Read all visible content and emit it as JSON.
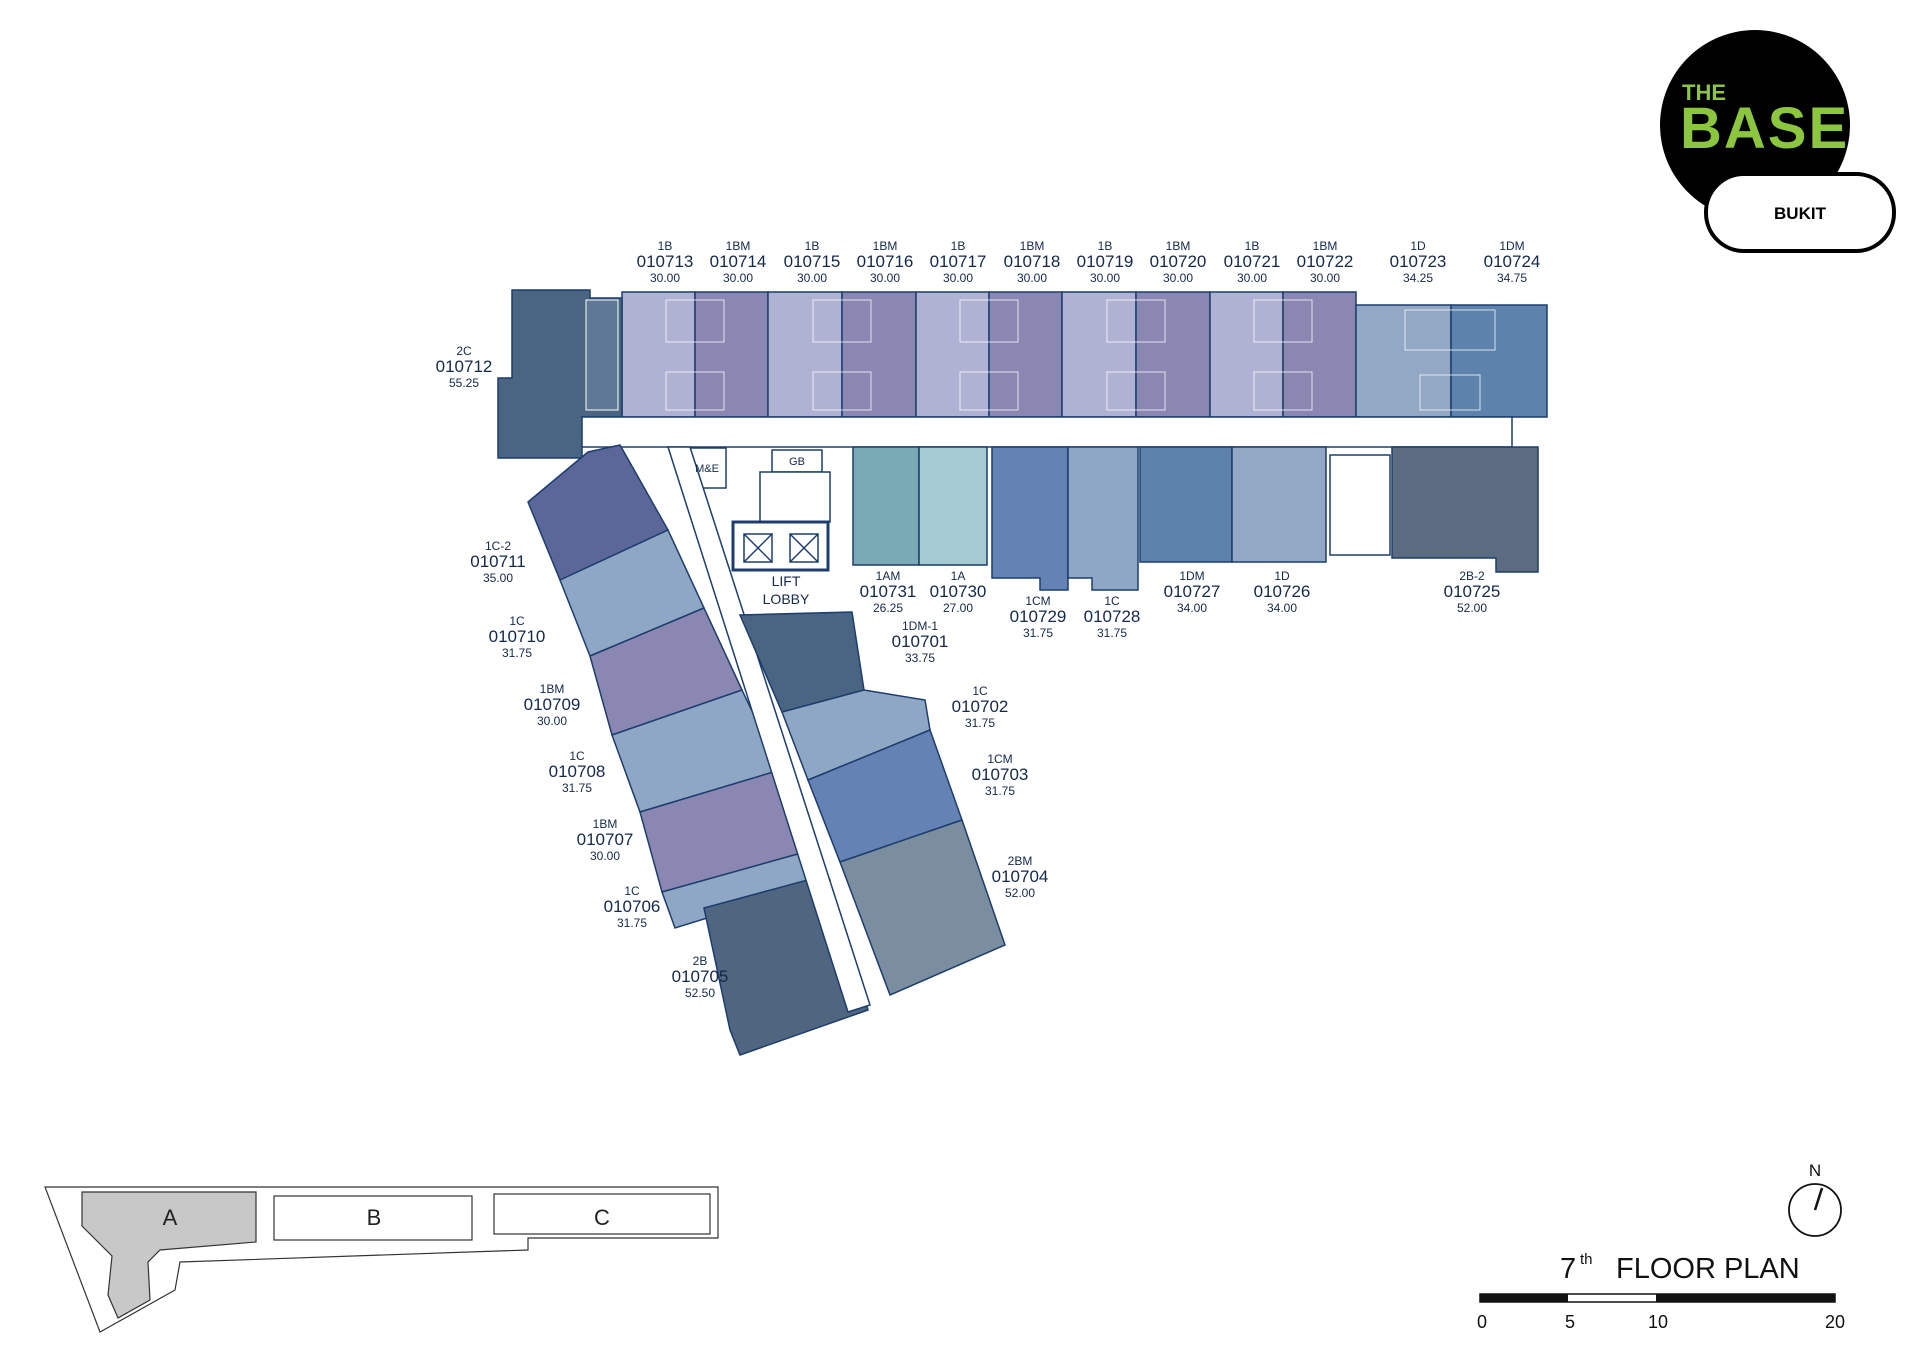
{
  "logo": {
    "line1": "THE",
    "line2": "BASE",
    "sub": "BUKIT",
    "brand_color": "#8cc63f"
  },
  "colors": {
    "1B": "#b0b2d4",
    "1BM": "#8a88b2",
    "1D": "#93a8c4",
    "1DM": "#5d83ac",
    "2C": "#4a6582",
    "1C-2": "#5a6798",
    "1C": "#8ea7c4",
    "2B": "#4f6580",
    "1DM-1": "#4a6582",
    "1CM": "#6582b4",
    "2BM": "#7a8ea0",
    "1AM": "#7aabb4",
    "1A": "#a5cbd2",
    "2B-2": "#5c6b80",
    "outline": "#1c3d6e",
    "corridor": "#ffffff"
  },
  "units": [
    {
      "type": "1B",
      "code": "010713",
      "area": "30.00"
    },
    {
      "type": "1BM",
      "code": "010714",
      "area": "30.00"
    },
    {
      "type": "1B",
      "code": "010715",
      "area": "30.00"
    },
    {
      "type": "1BM",
      "code": "010716",
      "area": "30.00"
    },
    {
      "type": "1B",
      "code": "010717",
      "area": "30.00"
    },
    {
      "type": "1BM",
      "code": "010718",
      "area": "30.00"
    },
    {
      "type": "1B",
      "code": "010719",
      "area": "30.00"
    },
    {
      "type": "1BM",
      "code": "010720",
      "area": "30.00"
    },
    {
      "type": "1B",
      "code": "010721",
      "area": "30.00"
    },
    {
      "type": "1BM",
      "code": "010722",
      "area": "30.00"
    },
    {
      "type": "1D",
      "code": "010723",
      "area": "34.25"
    },
    {
      "type": "1DM",
      "code": "010724",
      "area": "34.75"
    },
    {
      "type": "2C",
      "code": "010712",
      "area": "55.25"
    },
    {
      "type": "1C-2",
      "code": "010711",
      "area": "35.00"
    },
    {
      "type": "1C",
      "code": "010710",
      "area": "31.75"
    },
    {
      "type": "1BM",
      "code": "010709",
      "area": "30.00"
    },
    {
      "type": "1C",
      "code": "010708",
      "area": "31.75"
    },
    {
      "type": "1BM",
      "code": "010707",
      "area": "30.00"
    },
    {
      "type": "1C",
      "code": "010706",
      "area": "31.75"
    },
    {
      "type": "2B",
      "code": "010705",
      "area": "52.50"
    },
    {
      "type": "1DM-1",
      "code": "010701",
      "area": "33.75"
    },
    {
      "type": "1C",
      "code": "010702",
      "area": "31.75"
    },
    {
      "type": "1CM",
      "code": "010703",
      "area": "31.75"
    },
    {
      "type": "2BM",
      "code": "010704",
      "area": "52.00"
    },
    {
      "type": "1AM",
      "code": "010731",
      "area": "26.25"
    },
    {
      "type": "1A",
      "code": "010730",
      "area": "27.00"
    },
    {
      "type": "1CM",
      "code": "010729",
      "area": "31.75"
    },
    {
      "type": "1C",
      "code": "010728",
      "area": "31.75"
    },
    {
      "type": "1DM",
      "code": "010727",
      "area": "34.00"
    },
    {
      "type": "1D",
      "code": "010726",
      "area": "34.00"
    },
    {
      "type": "2B-2",
      "code": "010725",
      "area": "52.00"
    }
  ],
  "rooms": {
    "me": "M&E",
    "gb": "GB",
    "lift1": "LIFT",
    "lift2": "LOBBY"
  },
  "key_plan": {
    "a": "A",
    "b": "B",
    "c": "C",
    "highlight": "#c8c8c8"
  },
  "north": "N",
  "title": {
    "ord": "7",
    "sup": "th",
    "text": "FLOOR PLAN"
  },
  "scale": [
    "0",
    "5",
    "10",
    "20"
  ]
}
